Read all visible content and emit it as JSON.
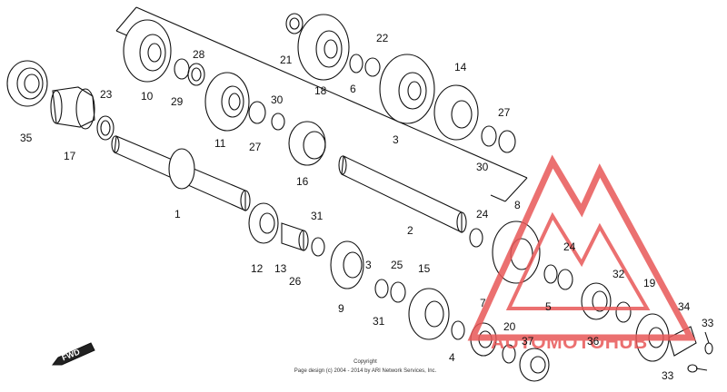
{
  "diagram": {
    "parts": [
      {
        "id": "p1",
        "label": "1"
      },
      {
        "id": "p2",
        "label": "2"
      },
      {
        "id": "p3",
        "label": "3"
      },
      {
        "id": "p3b",
        "label": "3"
      },
      {
        "id": "p4",
        "label": "4"
      },
      {
        "id": "p5",
        "label": "5"
      },
      {
        "id": "p6",
        "label": "6"
      },
      {
        "id": "p7",
        "label": "7"
      },
      {
        "id": "p8",
        "label": "8"
      },
      {
        "id": "p9",
        "label": "9"
      },
      {
        "id": "p10",
        "label": "10"
      },
      {
        "id": "p11",
        "label": "11"
      },
      {
        "id": "p12",
        "label": "12"
      },
      {
        "id": "p13",
        "label": "13"
      },
      {
        "id": "p14",
        "label": "14"
      },
      {
        "id": "p15",
        "label": "15"
      },
      {
        "id": "p16",
        "label": "16"
      },
      {
        "id": "p17",
        "label": "17"
      },
      {
        "id": "p18",
        "label": "18"
      },
      {
        "id": "p19",
        "label": "19"
      },
      {
        "id": "p20",
        "label": "20"
      },
      {
        "id": "p21",
        "label": "21"
      },
      {
        "id": "p22",
        "label": "22"
      },
      {
        "id": "p23",
        "label": "23"
      },
      {
        "id": "p24a",
        "label": "24"
      },
      {
        "id": "p24b",
        "label": "24"
      },
      {
        "id": "p25",
        "label": "25"
      },
      {
        "id": "p26",
        "label": "26"
      },
      {
        "id": "p27a",
        "label": "27"
      },
      {
        "id": "p27b",
        "label": "27"
      },
      {
        "id": "p28",
        "label": "28"
      },
      {
        "id": "p29",
        "label": "29"
      },
      {
        "id": "p30a",
        "label": "30"
      },
      {
        "id": "p30b",
        "label": "30"
      },
      {
        "id": "p31a",
        "label": "31"
      },
      {
        "id": "p31b",
        "label": "31"
      },
      {
        "id": "p32",
        "label": "32"
      },
      {
        "id": "p33a",
        "label": "33"
      },
      {
        "id": "p33b",
        "label": "33"
      },
      {
        "id": "p34",
        "label": "34"
      },
      {
        "id": "p35",
        "label": "35"
      },
      {
        "id": "p36",
        "label": "36"
      },
      {
        "id": "p37",
        "label": "37"
      }
    ],
    "fwd_label": "FWD",
    "copyright_line1": "Copyright",
    "copyright_line2": "Page design (c) 2004 - 2014 by ARI Network Services, Inc."
  },
  "watermark": {
    "text": "AUTOMOTOHUB",
    "color": "#e85858"
  }
}
